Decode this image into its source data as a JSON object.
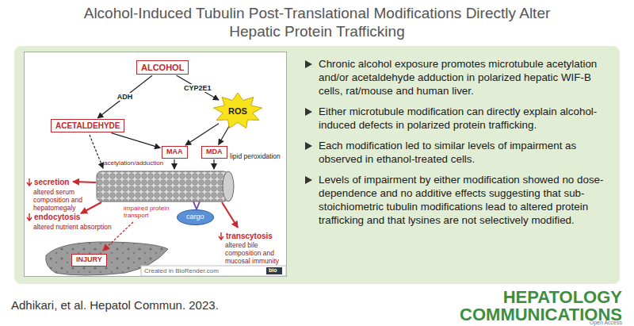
{
  "diagram": {
    "title": "Alcohol-Induced Tubulin Post-Translational Modifications Directly Alter Hepatic Protein Trafficking",
    "nodes": [
      {
        "text": [
          "Chronic alcohol exposure promotes microtubule acetylation and/or acetaldehyde adduction in polarized hepatic WIF-B cells, rat/mouse and human liver.",
          "Either microtubule modification can directly explain alcohol-induced defects in polarized protein trafficking.",
          "Each modification led to similar levels of impairment as observed in ethanol-treated cells.",
          "Levels of impairment by either modification showed no dose-dependence and no additive effects suggesting that sub-stoichiometric tubulin modifications lead to altered protein trafficking and that lysines are not selectively modified."
        ]
      },
      {
        "text": [
          "ALCOHOL"
        ],
        "in": 0
      },
      {
        "text": [
          "ACETALDEHYDE"
        ],
        "in": 0
      },
      {
        "text": [
          "ROS"
        ],
        "in": 0
      },
      {
        "text": [
          "MAA"
        ],
        "in": 0
      },
      {
        "text": [
          "MDA"
        ],
        "in": 0
      },
      {
        "text": [
          "cargo"
        ],
        "in": 0
      },
      {
        "text": [
          "INJURY"
        ],
        "in": 0
      }
    ],
    "edges": [
      {
        "from": 1,
        "to": 2,
        "label": "ADH",
        "arrow": "to"
      },
      {
        "from": 1,
        "to": 3,
        "label": "CYP2E1",
        "arrow": "to"
      },
      {
        "from": 2,
        "to": 4,
        "arrow": "to"
      },
      {
        "from": 3,
        "to": 4,
        "arrow": "to"
      },
      {
        "from": 3,
        "to": 5,
        "arrow": "to"
      }
    ],
    "labels": [
      "lipid peroxidation",
      "acetylation/adduction",
      "secretion",
      "altered serum composition and hepatomegaly",
      "endocytosis",
      "altered nutrient absorption",
      "impaired protein transport",
      "transcytosis",
      "altered bile composition and mucosal immunity",
      "Created in BioRender.com",
      "bio",
      "Adhikari, et al. Hepatol Commun. 2023.",
      "HEPATOLOGY",
      "COMMUNICATIONS",
      "Open Access"
    ]
  }
}
